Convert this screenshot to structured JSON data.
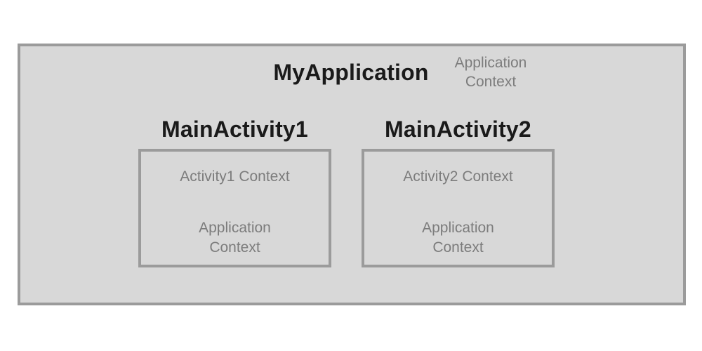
{
  "colors": {
    "canvas-bg": "#ffffff",
    "panel-bg": "#d8d8d8",
    "panel-border": "#9b9b9b",
    "title-text": "#1a1a1a",
    "muted-text": "#7c7c7c"
  },
  "application": {
    "title": "MyApplication",
    "context_line1": "Application",
    "context_line2": "Context"
  },
  "activities": [
    {
      "title": "MainActivity1",
      "activity_context": "Activity1 Context",
      "app_context_line1": "Application",
      "app_context_line2": "Context"
    },
    {
      "title": "MainActivity2",
      "activity_context": "Activity2 Context",
      "app_context_line1": "Application",
      "app_context_line2": "Context"
    }
  ]
}
